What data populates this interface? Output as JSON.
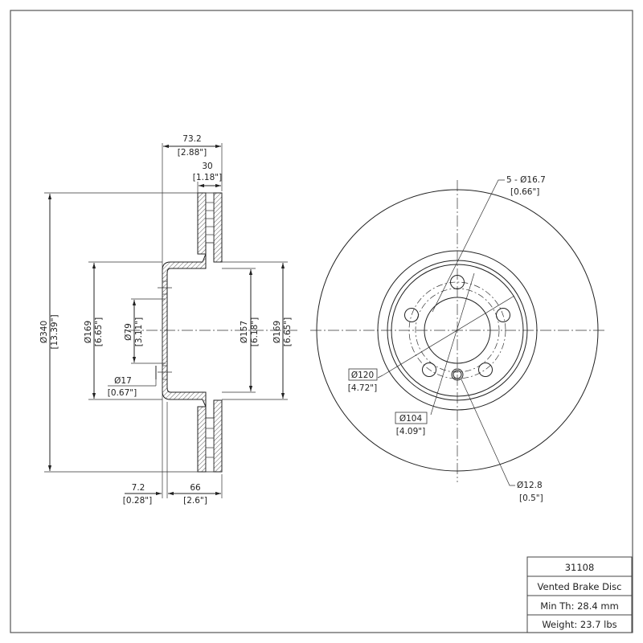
{
  "title_block": {
    "part_number": "31108",
    "description": "Vented Brake Disc",
    "min_thickness": "Min Th: 28.4 mm",
    "weight": "Weight: 23.7 lbs"
  },
  "side_view": {
    "overall_width": {
      "mm": "73.2",
      "in": "[2.88\"]"
    },
    "disc_thickness": {
      "mm": "30",
      "in": "[1.18\"]"
    },
    "outer_diameter": {
      "mm": "Ø340",
      "in": "[13.39\"]"
    },
    "hat_outer_diameter_left": {
      "mm": "Ø169",
      "in": "[6.65\"]"
    },
    "center_bore": {
      "mm": "Ø79",
      "in": "[3.11\"]"
    },
    "bolt_hole": {
      "mm": "Ø17",
      "in": "[0.67\"]"
    },
    "inner_hat_diameter": {
      "mm": "Ø157",
      "in": "[6.18\"]"
    },
    "hat_outer_diameter_right": {
      "mm": "Ø169",
      "in": "[6.65\"]"
    },
    "hat_face_thickness": {
      "mm": "7.2",
      "in": "[0.28\"]"
    },
    "hat_height": {
      "mm": "66",
      "in": "[2.6\"]"
    }
  },
  "front_view": {
    "bolt_holes": {
      "mm": "5 - Ø16.7",
      "in": "[0.66\"]"
    },
    "bolt_circle": {
      "mm": "Ø120",
      "in": "[4.72\"]"
    },
    "hub_pilot": {
      "mm": "Ø104",
      "in": "[4.09\"]"
    },
    "locator_hole": {
      "mm": "Ø12.8",
      "in": "[0.5\"]"
    }
  }
}
